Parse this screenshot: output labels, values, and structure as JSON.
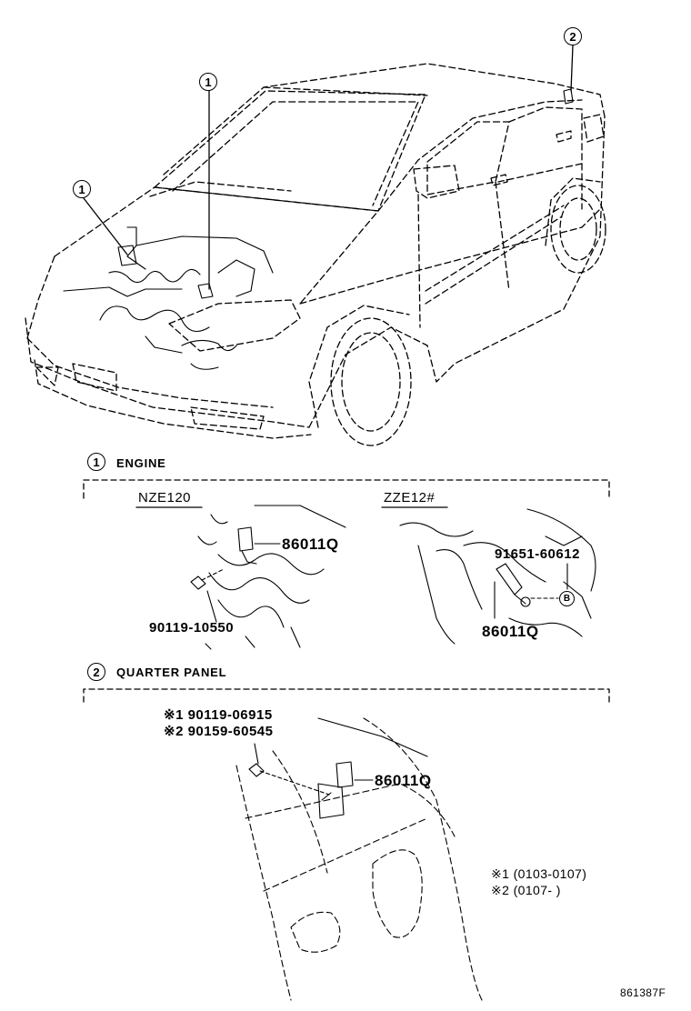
{
  "callouts": {
    "engine_num": "1",
    "quarter_num": "2",
    "bolt_marker": "B"
  },
  "sections": {
    "engine": "ENGINE",
    "quarter_panel": "QUARTER PANEL"
  },
  "models": {
    "left": "NZE120",
    "right": "ZZE12#"
  },
  "parts": {
    "sensor_left": "86011Q",
    "bolt_left": "90119-10550",
    "bolt_right": "91651-60612",
    "sensor_right": "86011Q",
    "quarter_bolt_1": "※1  90119-06915",
    "quarter_bolt_2": "※2  90159-60545",
    "sensor_quarter": "86011Q"
  },
  "notes": {
    "note_1": "※1 (0103-0107)",
    "note_2": "※2 (0107-        )"
  },
  "diagram_id": "861387F"
}
